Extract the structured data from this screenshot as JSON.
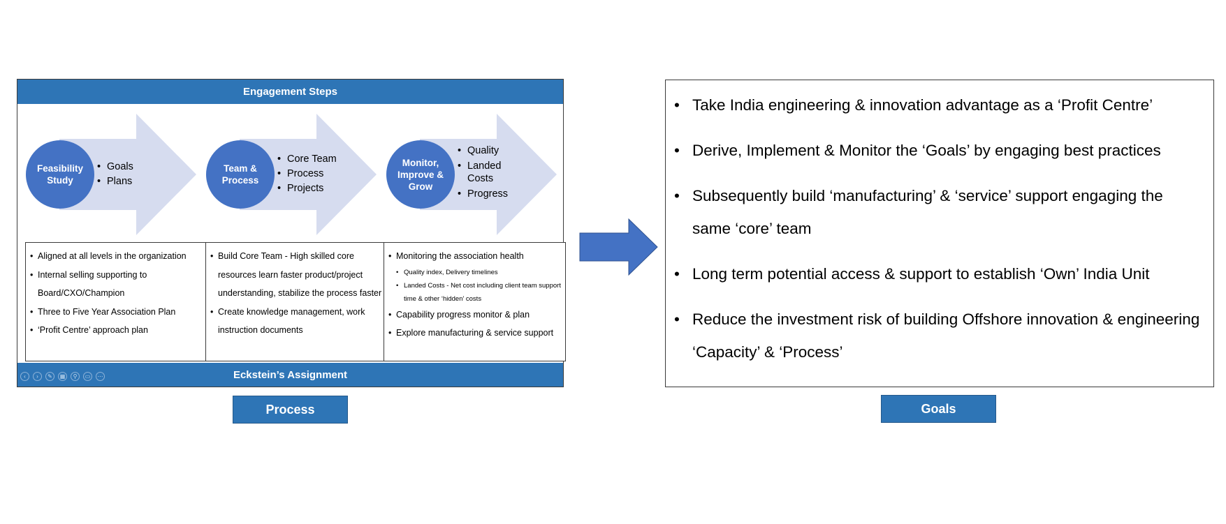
{
  "process": {
    "header": "Engagement Steps",
    "footer": "Eckstein’s Assignment",
    "steps": [
      {
        "label": "Feasibility Study",
        "bullets": [
          "Goals",
          "Plans"
        ]
      },
      {
        "label": "Team & Process",
        "bullets": [
          "Core Team",
          "Process",
          "Projects"
        ]
      },
      {
        "label": "Monitor, Improve & Grow",
        "bullets": [
          "Quality",
          "Landed Costs",
          "Progress"
        ]
      }
    ],
    "details": [
      {
        "items": [
          {
            "text": "Aligned at all levels in the organization"
          },
          {
            "text": "Internal selling supporting to Board/CXO/Champion"
          },
          {
            "text": "Three to Five Year Association Plan"
          },
          {
            "text": "‘Profit Centre’ approach plan"
          }
        ]
      },
      {
        "items": [
          {
            "text": "Build Core Team - High skilled core resources learn faster product/project understanding, stabilize the process faster"
          },
          {
            "text": "Create knowledge management, work instruction documents"
          }
        ]
      },
      {
        "items": [
          {
            "text": "Monitoring the association health"
          },
          {
            "text": "Quality index, Delivery timelines",
            "level": 2
          },
          {
            "text": "Landed Costs - Net cost including client team support time & other ‘hidden’ costs",
            "level": 2
          },
          {
            "text": "Capability progress monitor & plan"
          },
          {
            "text": "Explore manufacturing & service support"
          }
        ]
      }
    ],
    "caption": "Process",
    "toolbar_icons": [
      "prev-icon",
      "next-icon",
      "pen-icon",
      "slides-icon",
      "zoom-icon",
      "subtitles-icon",
      "more-icon"
    ]
  },
  "goals": {
    "items": [
      "Take India engineering & innovation advantage as a ‘Profit Centre’",
      "Derive, Implement & Monitor the ‘Goals’ by engaging best practices",
      "Subsequently build ‘manufacturing’ & ‘service’ support engaging the same ‘core’ team",
      "Long term potential access & support to establish ‘Own’ India Unit",
      "Reduce the investment risk of building Offshore innovation & engineering ‘Capacity’ & ‘Process’"
    ],
    "caption": "Goals"
  },
  "colors": {
    "band": "#2e75b6",
    "circle": "#4472c4",
    "arrow_light": "#d6dcef",
    "connector_arrow": "#4472c4"
  }
}
